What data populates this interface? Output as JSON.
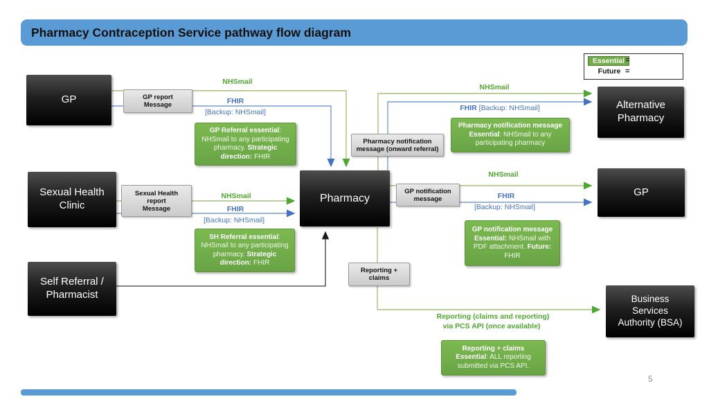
{
  "page": {
    "title": "Pharmacy Contraception Service pathway flow diagram",
    "page_number": "5",
    "accent_blue": "#5B9BD5",
    "box_green": "#70AD47",
    "label_green": "#4EA72E",
    "label_blue": "#4472C4",
    "line_green": "#a4c178",
    "line_blue": "#7a9bd4"
  },
  "legend": {
    "essential_label": "Essential",
    "future_label": "Future",
    "eq": "="
  },
  "nodes": {
    "gp_left": {
      "label": "GP"
    },
    "sexual_health_clinic": {
      "lines": [
        "Sexual Health",
        "Clinic"
      ]
    },
    "self_referral": {
      "lines": [
        "Self Referral /",
        "Pharmacist"
      ]
    },
    "pharmacy": {
      "label": "Pharmacy"
    },
    "alternative_pharmacy": {
      "lines": [
        "Alternative",
        "Pharmacy"
      ]
    },
    "gp_right": {
      "label": "GP"
    },
    "bsa": {
      "lines": [
        "Business",
        "Services",
        "Authority (BSA)"
      ]
    }
  },
  "message_boxes": {
    "gp_report": {
      "lines": [
        "GP report",
        "Message"
      ]
    },
    "sh_report": {
      "lines": [
        "Sexual Health",
        "report",
        "Message"
      ]
    },
    "pharmacy_notification": {
      "lines": [
        "Pharmacy notification",
        "message (onward referral)"
      ]
    },
    "gp_notification": {
      "lines": [
        "GP notification",
        "message"
      ]
    },
    "reporting_claims": {
      "lines": [
        "Reporting +",
        "claims"
      ]
    }
  },
  "info_boxes": {
    "gp_referral": {
      "segments": [
        {
          "b": 1,
          "t": "GP Referral essential"
        },
        {
          "t": ": NHSmail to any participating pharmacy. "
        },
        {
          "b": 1,
          "t": "Strategic direction:"
        },
        {
          "t": " FHIR"
        }
      ]
    },
    "pharmacy_notification": {
      "segments": [
        {
          "b": 1,
          "t": "Pharmacy notification message "
        },
        {
          "b": 1,
          "t": "Essential"
        },
        {
          "t": ": NHSmail to any participating pharmacy"
        }
      ]
    },
    "sh_referral": {
      "segments": [
        {
          "b": 1,
          "t": "SH Referral essential"
        },
        {
          "t": ": NHSmail to any participating pharmacy. "
        },
        {
          "b": 1,
          "t": "Strategic direction:"
        },
        {
          "t": " FHIR"
        }
      ]
    },
    "gp_notification": {
      "segments": [
        {
          "b": 1,
          "t": "GP notification message "
        },
        {
          "b": 1,
          "t": "Essential:"
        },
        {
          "t": " NHSmail with PDF attachment. "
        },
        {
          "b": 1,
          "t": "Future:"
        },
        {
          "t": " FHIR"
        }
      ]
    },
    "reporting_claims": {
      "segments": [
        {
          "b": 1,
          "t": "Reporting + claims "
        },
        {
          "b": 1,
          "t": "Essential"
        },
        {
          "t": ": ALL reporting submitted via PCS API."
        }
      ]
    }
  },
  "edge_labels": {
    "gp_nhsmail": "NHSmail",
    "gp_fhir": "FHIR",
    "gp_backup": "[Backup: NHSmail]",
    "sh_nhsmail": "NHSmail",
    "sh_fhir": "FHIR",
    "sh_backup": "[Backup: NHSmail]",
    "onward_nhsmail": "NHSmail",
    "onward_fhir": {
      "segments": [
        {
          "b": 1,
          "t": "FHIR"
        },
        {
          "t": " [Backup: NHSmail]"
        }
      ]
    },
    "gpn_nhsmail": "NHSmail",
    "gpn_fhir": "FHIR",
    "gpn_backup": "[Backup: NHSmail]",
    "reporting_line1": "Reporting (claims and reporting)",
    "reporting_line2": "via PCS API (once available)"
  }
}
